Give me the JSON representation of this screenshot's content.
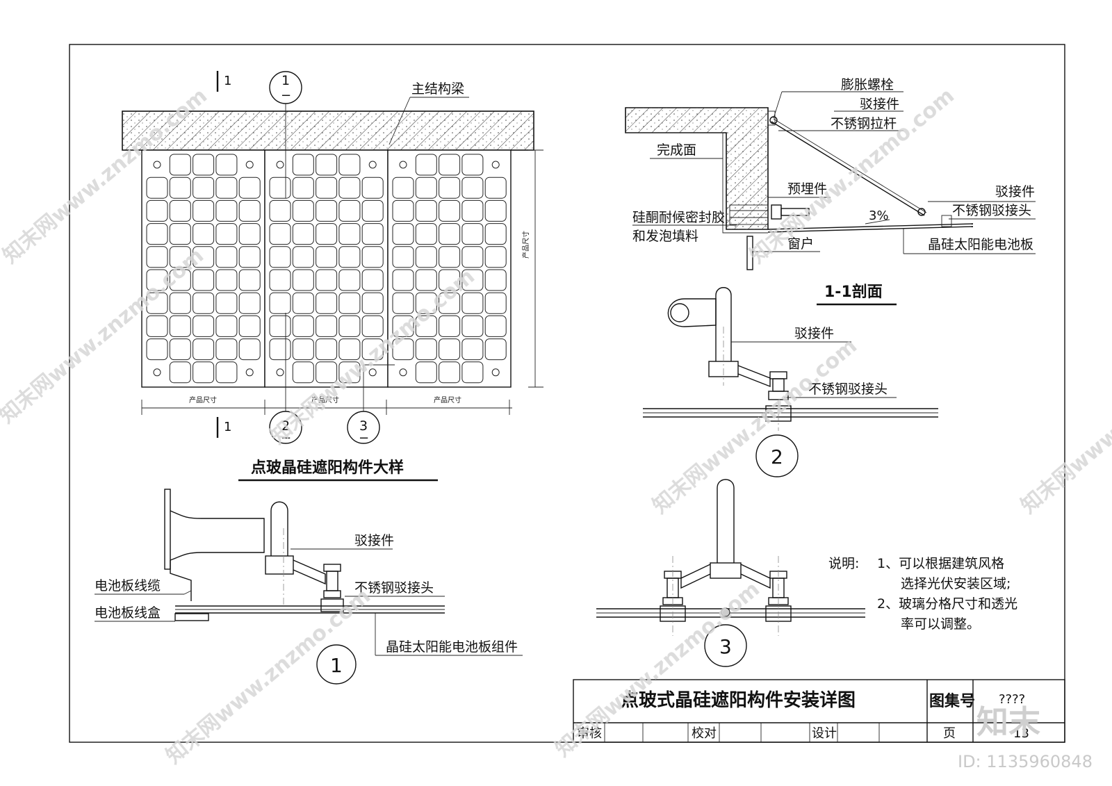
{
  "main_drawing": {
    "title": "点玻晶硅遮阳构件大样",
    "beam_label": "主结构梁",
    "dim_label": "产品尺寸",
    "section_mark": "1",
    "callouts": [
      {
        "num": "1",
        "sub": "−"
      },
      {
        "num": "2",
        "sub": "−"
      },
      {
        "num": "3",
        "sub": "−"
      }
    ]
  },
  "section_view": {
    "title": "1-1剖面",
    "labels": {
      "bolt": "膨胀螺栓",
      "connector": "驳接件",
      "rod": "不锈钢拉杆",
      "finish": "完成面",
      "embed": "预埋件",
      "sealant1": "硅酮耐候密封胶",
      "sealant2": "和发泡填料",
      "window": "窗户",
      "connector2": "驳接件",
      "joint": "不锈钢驳接头",
      "slope": "3%",
      "panel": "晶硅太阳能电池板"
    }
  },
  "detail1": {
    "number": "1",
    "labels": {
      "connector": "驳接件",
      "cable": "电池板线缆",
      "joint": "不锈钢驳接头",
      "box": "电池板线盒",
      "assembly": "晶硅太阳能电池板组件"
    }
  },
  "detail2": {
    "number": "2",
    "labels": {
      "connector": "驳接件",
      "joint": "不锈钢驳接头"
    }
  },
  "detail3": {
    "number": "3"
  },
  "notes": {
    "prefix": "说明:",
    "lines": [
      "1、可以根据建筑风格",
      "选择光伏安装区域;",
      "2、玻璃分格尺寸和透光",
      "率可以调整。"
    ]
  },
  "title_block": {
    "title": "点玻式晶硅遮阳构件安装详图",
    "atlas_label": "图集号",
    "atlas_value": "????",
    "review": "审核",
    "check": "校对",
    "design": "设计",
    "page_label": "页",
    "page_value": "13"
  },
  "watermark": {
    "text": "知末网www.znzmo.com",
    "brand": "知末",
    "id": "ID: 1135960848"
  }
}
